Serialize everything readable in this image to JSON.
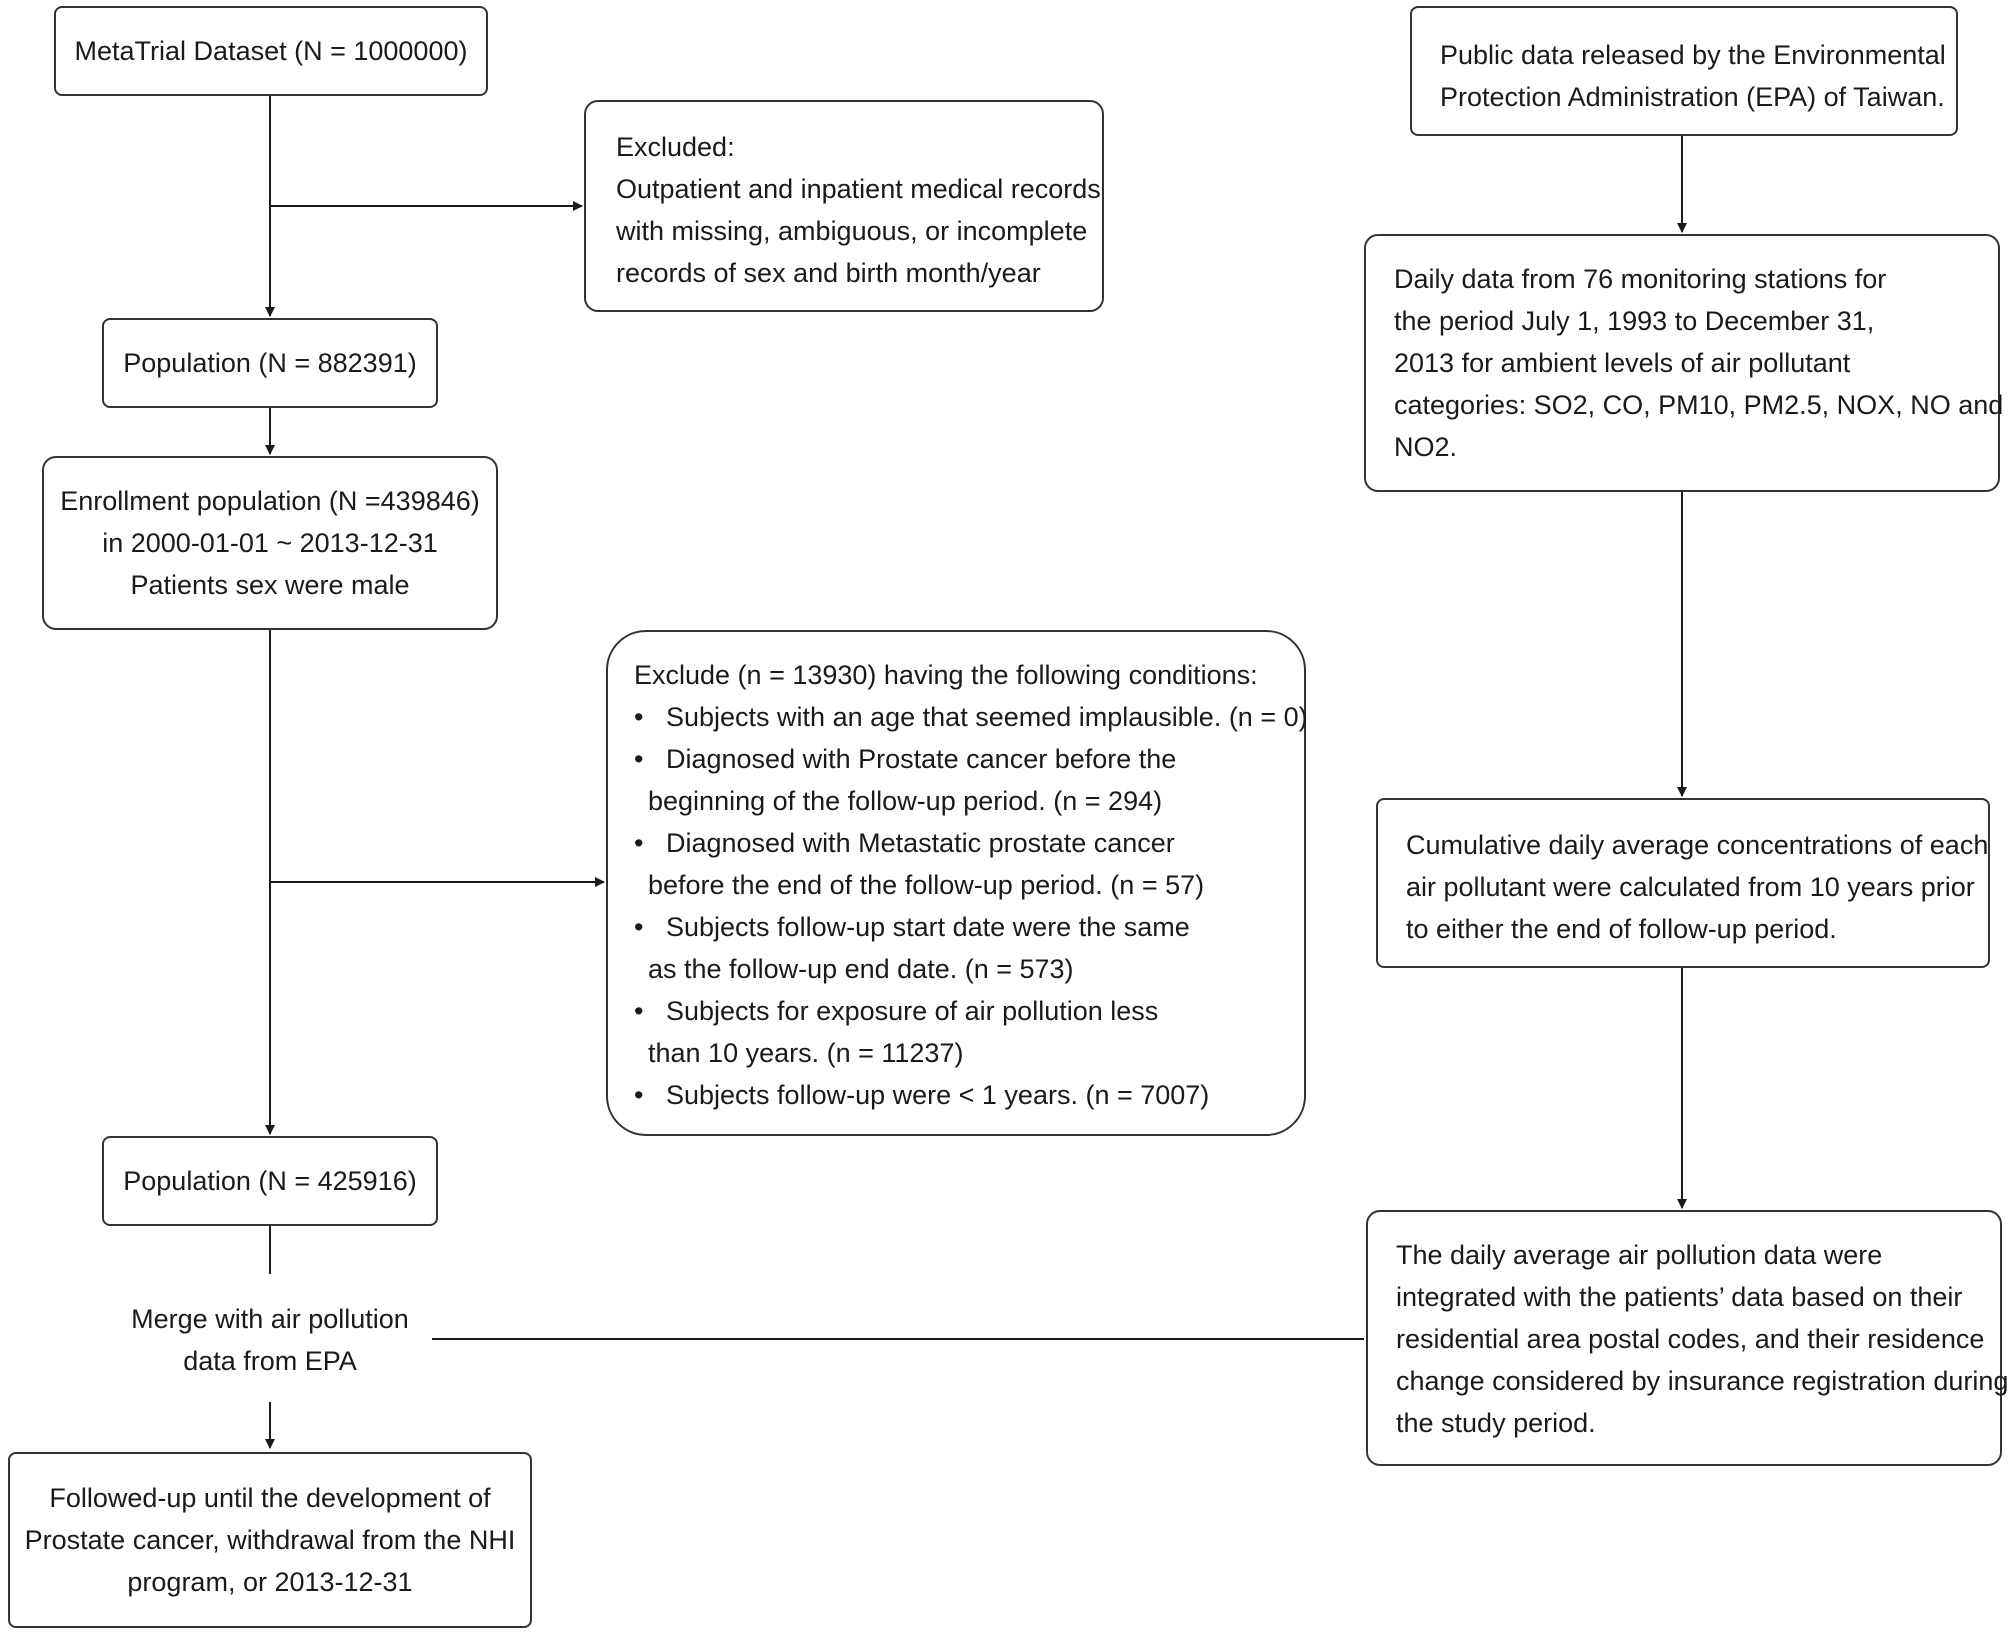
{
  "boxes": {
    "metatrial": {
      "lines": [
        "MetaTrial Dataset (N = 1000000)"
      ]
    },
    "excluded1": {
      "lines": [
        "Excluded:",
        "Outpatient and inpatient medical records",
        "with missing, ambiguous, or incomplete",
        "records of sex and birth month/year"
      ]
    },
    "population1": {
      "lines": [
        "Population (N = 882391)"
      ]
    },
    "enrollment": {
      "lines": [
        "Enrollment population (N =439846)",
        "in 2000-01-01 ~ 2013-12-31",
        "Patients sex were male"
      ]
    },
    "exclude2": {
      "title": "Exclude (n = 13930) having the following conditions:",
      "bullet_symbol": "•",
      "items": [
        {
          "lines": [
            "Subjects with an age that seemed implausible. (n = 0)"
          ]
        },
        {
          "lines": [
            "Diagnosed with Prostate cancer before the",
            "beginning of the follow-up period. (n = 294)"
          ]
        },
        {
          "lines": [
            "Diagnosed with Metastatic prostate cancer",
            "before the end of the follow-up period. (n = 57)"
          ]
        },
        {
          "lines": [
            "Subjects follow-up start date were the same",
            "as the follow-up end date. (n = 573)"
          ]
        },
        {
          "lines": [
            "Subjects for exposure of air pollution less",
            "than 10 years. (n = 11237)"
          ]
        },
        {
          "lines": [
            "Subjects follow-up were < 1 years. (n = 7007)"
          ]
        }
      ]
    },
    "population2": {
      "lines": [
        "Population (N = 425916)"
      ]
    },
    "merge": {
      "lines": [
        "Merge with air pollution",
        "data from EPA"
      ]
    },
    "followed": {
      "lines": [
        "Followed-up until the development of",
        "Prostate cancer, withdrawal from the NHI",
        "program, or 2013-12-31"
      ]
    },
    "epa": {
      "lines": [
        "Public data released by the Environmental",
        "Protection Administration (EPA) of Taiwan."
      ]
    },
    "daily": {
      "lines": [
        "Daily data from 76 monitoring stations for",
        "the period July 1, 1993 to December 31,",
        "2013 for ambient levels of air pollutant",
        "categories: SO2, CO, PM10, PM2.5, NOX, NO and",
        "NO2."
      ]
    },
    "cumulative": {
      "lines": [
        "Cumulative daily average concentrations of each",
        "air pollutant were calculated from 10 years prior",
        "to either the end of follow-up period."
      ]
    },
    "integrated": {
      "lines": [
        "The daily average air pollution data were",
        "integrated with the patients’ data based on their",
        "residential area postal codes, and their residence",
        "change considered by insurance registration during",
        "the study period."
      ]
    }
  }
}
